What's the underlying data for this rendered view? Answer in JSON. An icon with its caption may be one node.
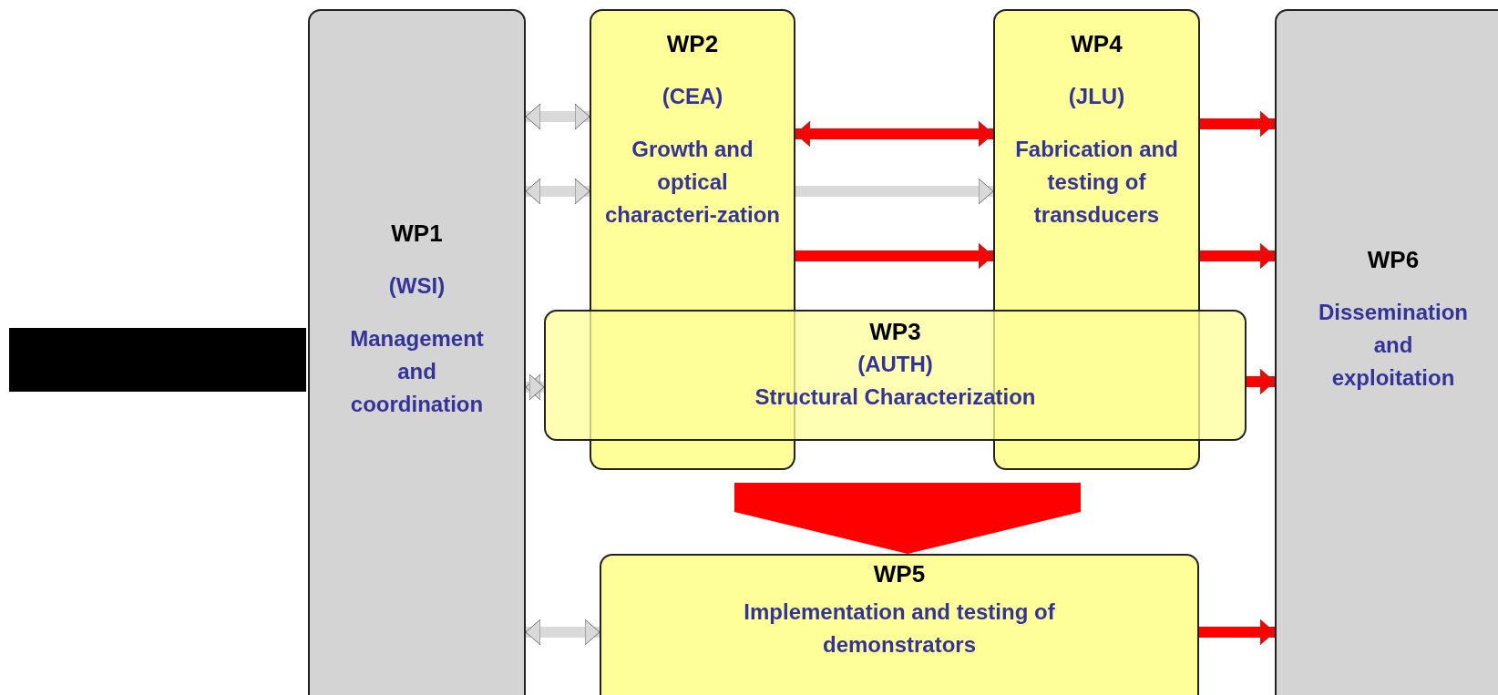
{
  "diagram": {
    "nodes": [
      {
        "text": [
          "WP1",
          "(WSI)",
          "Management and coordination"
        ]
      },
      {
        "text": [
          "WP2",
          "(CEA)",
          "Growth and optical characteri-zation"
        ]
      },
      {
        "text": [
          "WP3",
          "(AUTH)",
          "Structural Characterization"
        ]
      },
      {
        "text": [
          "WP4",
          "(JLU)",
          "Fabrication and testing of transducers"
        ]
      },
      {
        "text": [
          "WP5",
          "Implementation and testing of demonstrators"
        ]
      },
      {
        "text": [
          "WP6",
          "Dissemination and exploitation"
        ]
      },
      {
        "text": [],
        "shape": "bar"
      }
    ],
    "edges": [
      {
        "from": 0,
        "to": 1,
        "arrow": "both",
        "color": "#d9d9d9"
      },
      {
        "from": 0,
        "to": 1,
        "arrow": "both",
        "color": "#d9d9d9"
      },
      {
        "from": 1,
        "to": 3,
        "arrow": "both"
      },
      {
        "from": 1,
        "to": 3,
        "arrow": "to",
        "color": "#d9d9d9"
      },
      {
        "from": 1,
        "to": 3,
        "arrow": "to"
      },
      {
        "from": 3,
        "to": 5,
        "arrow": "to"
      },
      {
        "from": 3,
        "to": 5,
        "arrow": "to"
      },
      {
        "from": 2,
        "to": 5,
        "arrow": "to"
      },
      {
        "from": 0,
        "to": 2,
        "arrow": "both",
        "color": "#d9d9d9"
      },
      {
        "from": 2,
        "to": 4,
        "arrow": "to",
        "style": "thick"
      },
      {
        "from": 0,
        "to": 4,
        "arrow": "both",
        "color": "#d9d9d9"
      },
      {
        "from": 4,
        "to": 5,
        "arrow": "to"
      }
    ]
  }
}
